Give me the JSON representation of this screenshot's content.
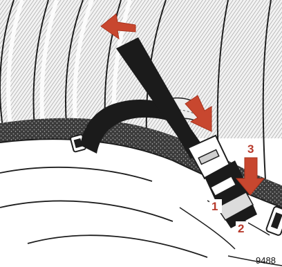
{
  "figure": {
    "callouts": [
      {
        "label": "1",
        "target": "belt-latch-plate"
      },
      {
        "label": "2",
        "target": "buckle-release"
      },
      {
        "label": "3",
        "target": "buckle-insert"
      }
    ],
    "reference_code": "9488",
    "colors": {
      "arrow": "#c8472f",
      "arrow_dark": "#a8341f",
      "label_box": "#ffffff",
      "label_text": "#b73a2c",
      "belt": "#1b1b1b",
      "line_art": "#1e1e1e",
      "shading": "#7a7a7a"
    },
    "icons": {
      "adjust_arrow": "double-headed-arrow-icon",
      "push_arrow": "down-arrow-icon"
    }
  }
}
